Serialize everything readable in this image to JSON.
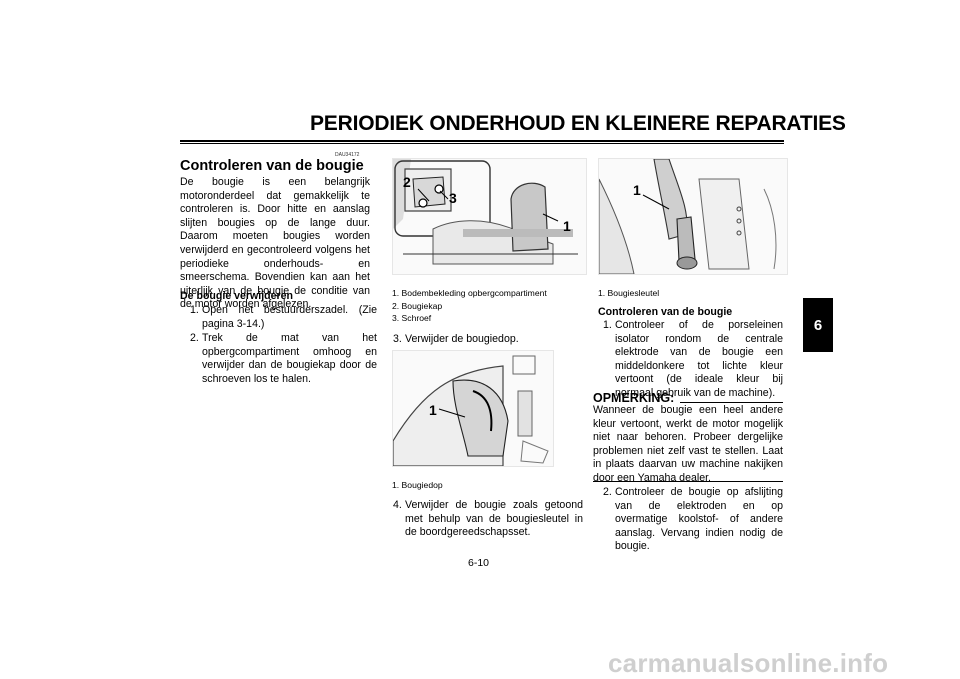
{
  "header": {
    "title": "PERIODIEK ONDERHOUD EN KLEINERE REPARATIES"
  },
  "chapter_tab": "6",
  "doc_code": "DAU34172",
  "section_heading": "Controleren van de bougie",
  "intro": "De bougie is een belangrijk motoronderdeel dat gemakkelijk te controleren is. Door hitte en aanslag slijten bougies op de lange duur. Daarom moeten bougies worden verwijderd en gecontroleerd volgens het periodieke onderhouds- en smeerschema. Bovendien kan aan het uiterlijk van de bougie de conditie van de motor worden afgelezen.",
  "remove": {
    "heading": "De bougie verwijderen",
    "step1_num": "1.",
    "step1": "Open het bestuurderszadel. (Zie pagina 3-14.)",
    "step2_num": "2.",
    "step2": "Trek de mat van het opbergcompartiment omhoog en verwijder dan de bougiekap door de schroeven los te halen.",
    "step3_num": "3.",
    "step3": "Verwijder de bougiedop.",
    "step4_num": "4.",
    "step4": "Verwijder de bougie zoals getoond met behulp van de bougiesleutel in de boordgereedschapsset."
  },
  "photo1": {
    "labels": [
      "1",
      "2",
      "3"
    ],
    "captions": [
      "1. Bodembekleding opbergcompartiment",
      "2. Bougiekap",
      "3. Schroef"
    ]
  },
  "photo2": {
    "labels": [
      "1"
    ],
    "captions": [
      "1. Bougiedop"
    ]
  },
  "photo3": {
    "labels": [
      "1"
    ],
    "captions": [
      "1. Bougiesleutel"
    ]
  },
  "check": {
    "heading": "Controleren van de bougie",
    "step1_num": "1.",
    "step1": "Controleer of de porseleinen isolator rondom de centrale elektrode van de bougie een middeldonkere tot lichte kleur vertoont (de ideale kleur bij normaal gebruik van de machine).",
    "step2_num": "2.",
    "step2": "Controleer de bougie op afslijting van de elektroden en op overmatige koolstof- of andere aanslag. Vervang indien nodig de bougie."
  },
  "note": {
    "heading": "OPMERKING:",
    "text": "Wanneer de bougie een heel andere kleur vertoont, werkt de motor mogelijk niet naar behoren. Probeer dergelijke problemen niet zelf vast te stellen. Laat in plaats daarvan uw machine nakijken door een Yamaha dealer."
  },
  "page_number": "6-10",
  "watermark": "carmanualsonline.info"
}
